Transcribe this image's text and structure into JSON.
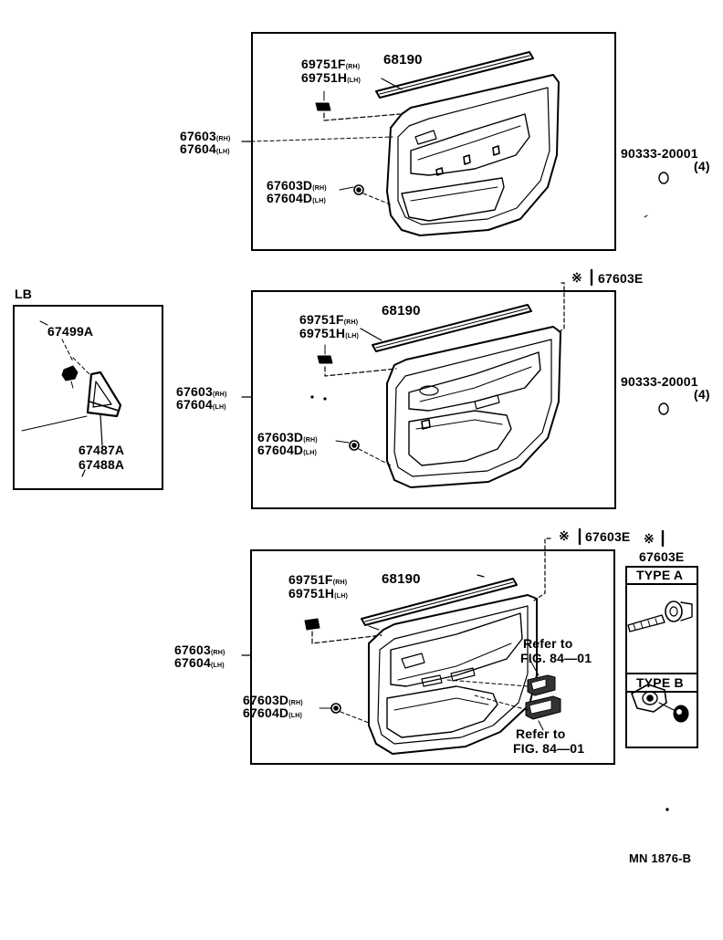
{
  "panel1": {
    "part_a1": "69751F",
    "part_a1_sfx": "(RH)",
    "part_a2": "69751H",
    "part_a2_sfx": "(LH)",
    "part_b": "68190",
    "part_c1": "67603",
    "part_c1_sfx": "(RH)",
    "part_c2": "67604",
    "part_c2_sfx": "(LH)",
    "part_d1": "67603D",
    "part_d1_sfx": "(RH)",
    "part_d2": "67604D",
    "part_d2_sfx": "(LH)",
    "clip": "90333-20001",
    "clip_qty": "(4)"
  },
  "panel2": {
    "note_mark": "※",
    "note_part": "67603E",
    "part_a1": "69751F",
    "part_a1_sfx": "(RH)",
    "part_a2": "69751H",
    "part_a2_sfx": "(LH)",
    "part_b": "68190",
    "part_c1": "67603",
    "part_c1_sfx": "(RH)",
    "part_c2": "67604",
    "part_c2_sfx": "(LH)",
    "part_d1": "67603D",
    "part_d1_sfx": "(RH)",
    "part_d2": "67604D",
    "part_d2_sfx": "(LH)",
    "clip": "90333-20001",
    "clip_qty": "(4)"
  },
  "lb": {
    "title": "LB",
    "part_1": "67499A",
    "part_2": "67487A",
    "part_3": "67488A"
  },
  "panel3": {
    "note_mark": "※",
    "note_part": "67603E",
    "part_a1": "69751F",
    "part_a1_sfx": "(RH)",
    "part_a2": "69751H",
    "part_a2_sfx": "(LH)",
    "part_b": "68190",
    "part_c1": "67603",
    "part_c1_sfx": "(RH)",
    "part_c2": "67604",
    "part_c2_sfx": "(LH)",
    "part_d1": "67603D",
    "part_d1_sfx": "(RH)",
    "part_d2": "67604D",
    "part_d2_sfx": "(LH)",
    "refer1_a": "Refer to",
    "refer1_b": "FIG. 84—01",
    "refer2_a": "Refer to",
    "refer2_b": "FIG. 84—01"
  },
  "types": {
    "mark": "※",
    "part": "67603E",
    "type_a": "TYPE A",
    "type_b": "TYPE B"
  },
  "footer": {
    "code": "MN  1876-B"
  }
}
